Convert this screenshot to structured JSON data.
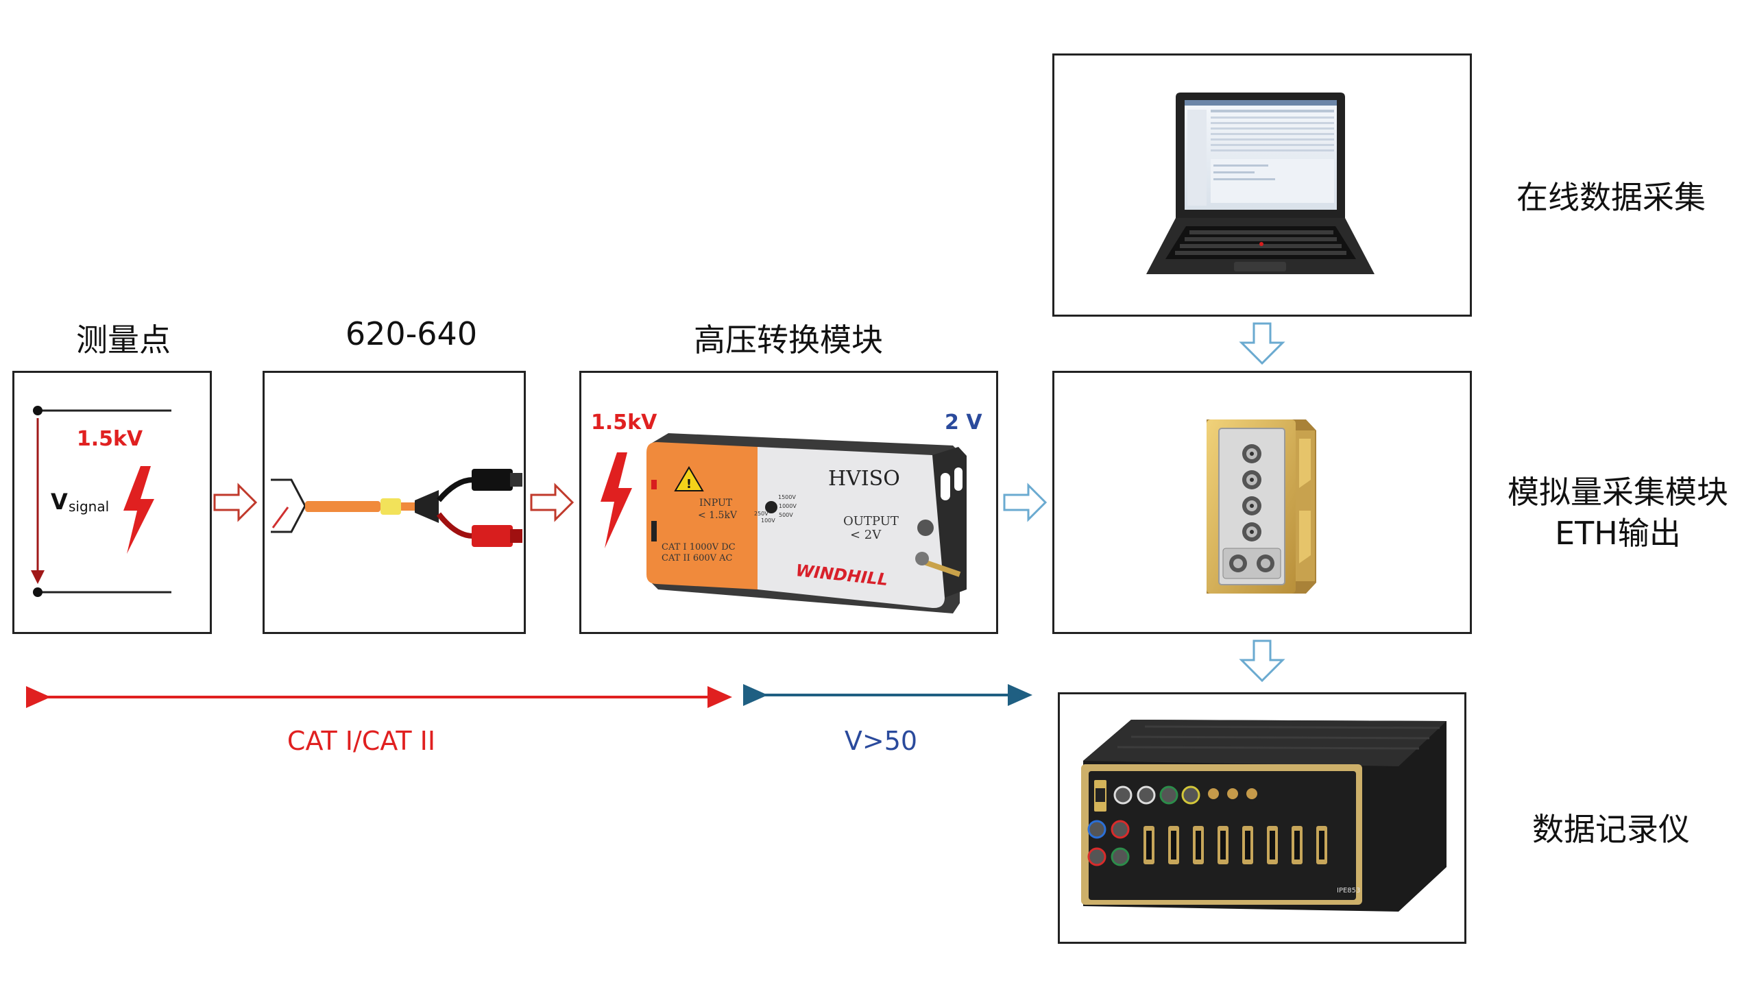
{
  "titles": {
    "measurement_point": "测量点",
    "probe_model": "620-640",
    "hv_module": "高压转换模块"
  },
  "measurement": {
    "voltage": "1.5kV",
    "signal_label": "V",
    "signal_sub": "signal"
  },
  "hv_module": {
    "input_voltage": "1.5kV",
    "output_voltage": "2 V",
    "device_name": "HVISO",
    "input_label": "INPUT",
    "input_value": "< 1.5kV",
    "output_label": "OUTPUT",
    "output_value": "< 2V",
    "cat_line1": "CAT I 1000V DC",
    "cat_line2": "CAT II 600V AC",
    "brand": "WINDHILL",
    "dial_1": "1500V",
    "dial_2": "1000V",
    "dial_3": "500V",
    "dial_4": "250V",
    "dial_5": "100V"
  },
  "ranges": {
    "cat_range": "CAT I/CAT II",
    "voltage_range": "V>50"
  },
  "right_column": {
    "online_label": "在线数据采集",
    "module_label_line1": "模拟量采集模块",
    "module_label_line2": "ETH输出",
    "recorder_label": "数据记录仪",
    "recorder_model": "IPE853"
  },
  "colors": {
    "red": "#e02020",
    "blue_arrow": "#1f5f82",
    "blue_text": "#2a4a9c",
    "orange": "#f08a3c",
    "gold": "#c9a24a"
  }
}
